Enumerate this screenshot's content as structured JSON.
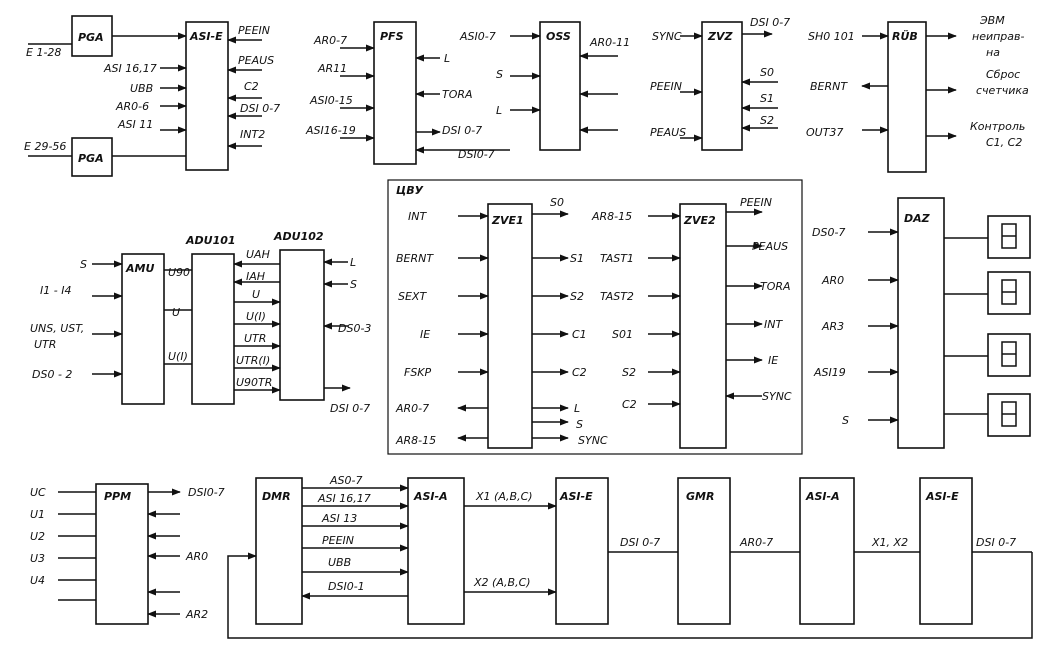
{
  "blocks": {
    "pga1": "PGA",
    "pga2": "PGA",
    "asie_top": "ASI-E",
    "pfs": "PFS",
    "oss": "OSS",
    "zvz": "ZVZ",
    "rub": "RÜB",
    "amu": "AMU",
    "adu101": "ADU101",
    "adu102": "ADU102",
    "zve1": "ZVE1",
    "zve2": "ZVE2",
    "daz": "DAZ",
    "cvu": "ЦВУ",
    "ppm": "PPM",
    "dmr": "DMR",
    "asia1": "ASI-A",
    "asie2": "ASI-E",
    "gmr": "GMR",
    "asia2": "ASI-A",
    "asie3": "ASI-E"
  },
  "labels": {
    "pga_in1": "E 1-28",
    "pga_in2": "E 29-56",
    "asie_in1": "ASI 16,17",
    "asie_in2": "UBB",
    "asie_in3": "AR0-6",
    "asie_in4": "ASI 11",
    "asie_out1": "PEEIN",
    "asie_out2": "PEAUS",
    "asie_out3": "C2",
    "asie_out4": "DSI 0-7",
    "asie_out5": "INT2",
    "pfs_in1": "AR0-7",
    "pfs_in2": "AR11",
    "pfs_in3": "ASI0-15",
    "pfs_in4": "ASI16-19",
    "pfs_r1": "L",
    "pfs_r2": "TORA",
    "pfs_r3": "DSI 0-7",
    "pfs_bottom": "DSI0-7",
    "oss_in1": "ASI0-7",
    "oss_in2": "S",
    "oss_in3": "L",
    "oss_out1": "AR0-11",
    "zvz_in1": "SYNC",
    "zvz_in2": "PEEIN",
    "zvz_in3": "PEAUS",
    "zvz_out1": "DSI 0-7",
    "zvz_out2": "S0",
    "zvz_out3": "S1",
    "zvz_out4": "S2",
    "rub_in1": "SH0 101",
    "rub_in2": "BERNT",
    "rub_in3": "OUT37",
    "rub_out1a": "ЭВМ",
    "rub_out1b": "неиправ-",
    "rub_out1c": "на",
    "rub_out2a": "Сброс",
    "rub_out2b": "счетчика",
    "rub_out3a": "Контроль",
    "rub_out3b": "C1, C2",
    "amu_in1": "S",
    "amu_in2": "I1 - I4",
    "amu_in3a": "UNS, UST,",
    "amu_in3b": "UTR",
    "amu_in4": "DS0 - 2",
    "amu_o1": "U90",
    "amu_o2": "U",
    "amu_o3": "U(I)",
    "adu_m1": "UAH",
    "adu_m2": "IAH",
    "adu_m3": "U",
    "adu_m4": "U(I)",
    "adu_m5": "UTR",
    "adu_m6": "UTR(I)",
    "adu_m7": "U90TR",
    "adu102_r1": "L",
    "adu102_r2": "S",
    "adu102_r3": "DS0-3",
    "adu102_r4": "DSI 0-7",
    "zve1_l1": "INT",
    "zve1_l2": "BERNT",
    "zve1_l3": "SEXT",
    "zve1_l4": "IE",
    "zve1_l5": "FSKP",
    "zve1_l6": "AR0-7",
    "zve1_l7": "AR8-15",
    "zve1_r1": "S0",
    "zve1_r2": "S1",
    "zve1_r3": "S2",
    "zve1_r4": "C1",
    "zve1_r5": "C2",
    "zve1_r6": "L",
    "zve1_r7": "S",
    "zve1_r8": "SYNC",
    "zve2_l1": "AR8-15",
    "zve2_l2": "TAST1",
    "zve2_l3": "TAST2",
    "zve2_l4": "S01",
    "zve2_l5": "S2",
    "zve2_l6": "C2",
    "zve2_r1": "PEEIN",
    "zve2_r2": "PEAUS",
    "zve2_r3": "TORA",
    "zve2_r4": "INT",
    "zve2_r5": "IE",
    "zve2_r6": "SYNC",
    "daz_in1": "DS0-7",
    "daz_in2": "AR0",
    "daz_in3": "AR3",
    "daz_in4": "ASI19",
    "daz_in5": "S",
    "ppm_in1": "UC",
    "ppm_in2": "U1",
    "ppm_in3": "U2",
    "ppm_in4": "U3",
    "ppm_in5": "U4",
    "ppm_out1": "DSI0-7",
    "ppm_out2": "AR0",
    "ppm_out3": "AR2",
    "dmr_s1": "AS0-7",
    "dmr_s2": "ASI 16,17",
    "dmr_s3": "ASI 13",
    "dmr_s4": "PEEIN",
    "dmr_s5": "UBB",
    "dmr_s6": "DSI0-1",
    "asia_o1": "X1 (A,B,C)",
    "asia_o2": "X2 (A,B,C)",
    "asie2_o": "DSI 0-7",
    "gmr_o": "AR0-7",
    "asia2_o": "X1, X2",
    "asie3_o": "DSI 0-7"
  }
}
